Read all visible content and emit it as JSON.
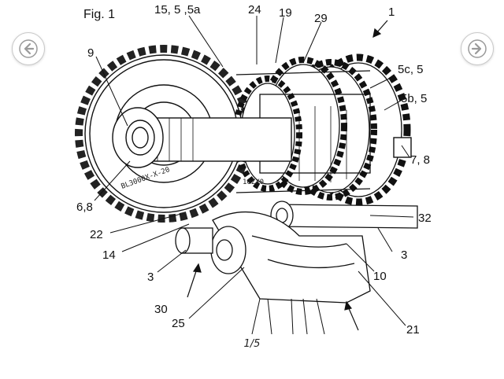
{
  "viewer": {
    "prev_icon": "arrow-left-circle-icon",
    "next_icon": "arrow-right-circle-icon",
    "page_indicator": "1/5"
  },
  "figure": {
    "title": "Fig. 1",
    "labels": {
      "l1": "1",
      "l15": "15, 5 ,5a",
      "l24": "24",
      "l19": "19",
      "l29": "29",
      "l9": "9",
      "l5c": "5c, 5",
      "l5b": "5b, 5",
      "l78": "7, 8",
      "l68": "6,8",
      "l32": "32",
      "l22": "22",
      "l14": "14",
      "l3a": "3",
      "l3b": "3",
      "l10": "10",
      "l30": "30",
      "l25": "25",
      "l21": "21"
    },
    "gear_stamp": "BL3000X-X-20",
    "sleeve_stamp": "10ZX0"
  }
}
